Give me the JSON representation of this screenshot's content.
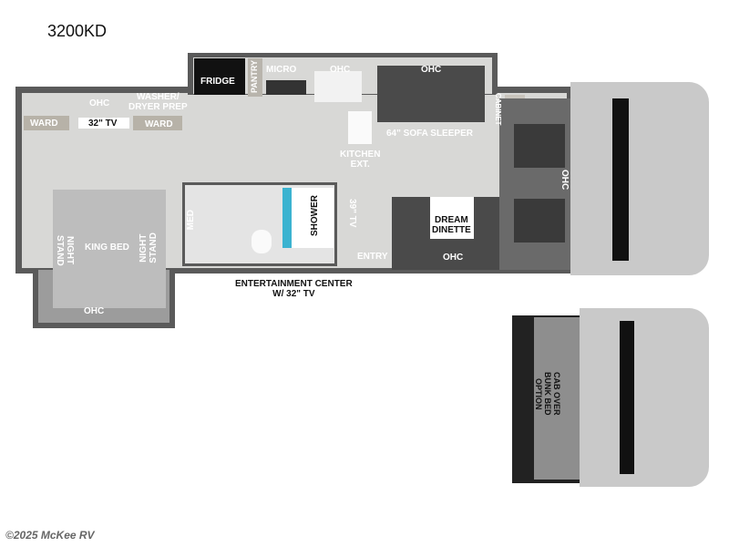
{
  "model": "3200KD",
  "copyright": "©2025 McKee RV",
  "labels": {
    "fridge": "FRIDGE",
    "pantry": "PANTRY",
    "micro": "MICRO",
    "ohc_kitchen": "OHC",
    "ohc_sofa": "OHC",
    "ohc_bedroom_top": "OHC",
    "washer_dryer": "WASHER/\nDRYER PREP",
    "ward_left": "WARD",
    "ward_right": "WARD",
    "tv_32": "32\" TV",
    "sofa_sleeper": "64\" SOFA SLEEPER",
    "cabinet": "CABINET",
    "kitchen_ext": "KITCHEN\nEXT.",
    "ohc_cab": "OHC",
    "med": "MED",
    "shower": "SHOWER",
    "tv_39": "39\" TV",
    "dream_dinette": "DREAM\nDINETTE",
    "entry": "ENTRY",
    "ohc_entry": "OHC",
    "night_stand_left": "NIGHT\nSTAND",
    "night_stand_right": "NIGHT\nSTAND",
    "king_bed": "KING BED",
    "ohc_bedroom_slide": "OHC",
    "entertainment_center": "ENTERTAINMENT CENTER\nW/ 32\" TV",
    "cab_over_bunk": "CAB OVER\nBUNK BED\nOPTION"
  },
  "colors": {
    "wall": "#5a5a5a",
    "floor": "#d8d8d6",
    "shower_accent": "#3bb3d0",
    "furniture": "#4a4a4a"
  }
}
